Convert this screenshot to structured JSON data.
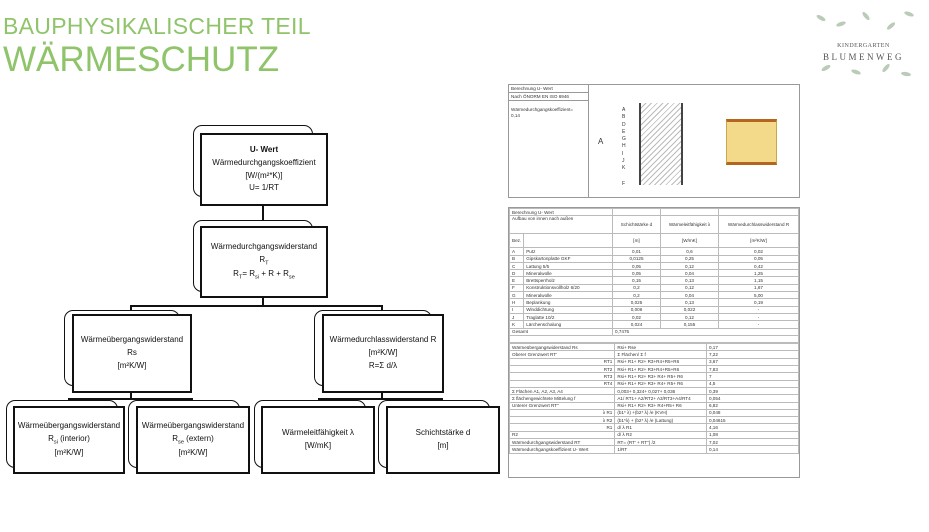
{
  "title": {
    "line1": "BAUPHYSIKALISCHER TEIL",
    "line2": "WÄRMESCHUTZ"
  },
  "logo": {
    "line1": "KINDERGARTEN",
    "line2": "BLUMENWEG"
  },
  "colors": {
    "title": "#8fc46a"
  },
  "diagram": {
    "u": {
      "title": "U- Wert",
      "name": "Wärmedurchgangskoeffizient",
      "unit": "[W/(m²*K)]",
      "formula": "U= 1/RT"
    },
    "rt": {
      "name": "Wärmedurchgangswiderstand",
      "symbol": "RT",
      "formula": "RT= Rsi + R + Rse"
    },
    "rs": {
      "name": "Wärmeübergangswiderstand",
      "symbol": "Rs",
      "unit": "[m²K/W]"
    },
    "r": {
      "name": "Wärmedurchlasswiderstand R",
      "unit": "[m²K/W]",
      "formula": "R=Σ d/λ"
    },
    "rsi": {
      "name": "Wärmeübergangswiderstand",
      "symbol": "Rsi (interior)",
      "unit": "[m²K/W]"
    },
    "rse": {
      "name": "Wärmeübergangswiderstand",
      "symbol": "Rse (extern)",
      "unit": "[m²K/W]"
    },
    "lambda": {
      "name": "Wärmeleitfähigkeit λ",
      "unit": "[W/mK]"
    },
    "d": {
      "name": "Schichtstärke d",
      "unit": "[m]"
    }
  },
  "doc_top": {
    "title": "Berechnung U- Wert",
    "norm": "Nach ÖNORM EN ISO 6946",
    "u_label": "Wärmedurchgangskoeffizient=",
    "u_value": "0,14",
    "section_label": "A",
    "layer_letters": [
      "A",
      "B",
      "D",
      "E",
      "G",
      "H",
      "I",
      "J",
      "K",
      "F"
    ]
  },
  "table": {
    "title": "Berechnung U- Wert",
    "subtitle": "Aufbau von innen nach außen",
    "headers": [
      "Schichtstärke d",
      "Wärmeleitfähigkeit λ",
      "Wärmedurchlasswiderstand R"
    ],
    "bez": "Bez.",
    "units": [
      "[m]",
      "[W/mK]",
      "[m²K/W]"
    ],
    "rows": [
      [
        "A",
        "Putz",
        "0,01",
        "0,6",
        "0,02"
      ],
      [
        "B",
        "Gipskartonplatte GKF",
        "0,0125",
        "0,25",
        "0,05"
      ],
      [
        "C",
        "Lattung 5/5",
        "0,05",
        "0,12",
        "0,42"
      ],
      [
        "D",
        "Mineralwolle",
        "0,05",
        "0,04",
        "1,25"
      ],
      [
        "E",
        "Brettsperrholz",
        "0,15",
        "0,13",
        "1,15"
      ],
      [
        "F",
        "Konstruktionsvollholz 6/20",
        "0,2",
        "0,12",
        "1,67"
      ],
      [
        "G",
        "Mineralwolle",
        "0,2",
        "0,04",
        "5,00"
      ],
      [
        "H",
        "Beplankung",
        "0,025",
        "0,13",
        "0,19"
      ],
      [
        "I",
        "Winddichtung",
        "0,006",
        "0,022",
        "-"
      ],
      [
        "J",
        "Traglatte 10/2",
        "0,02",
        "0,12",
        "-"
      ],
      [
        "K",
        "Lärchenschalung",
        "0,024",
        "0,155",
        "-"
      ]
    ],
    "total_label": "Gesamt",
    "total": "0,7475",
    "calc": [
      [
        "Wärmeübergangswiderstand Rs",
        "Rsi+ Rse",
        "0,17"
      ],
      [
        "Oberer Grenzwert RT'",
        "Σ Flächen/ Σ f",
        "7,22"
      ],
      [
        "RT1",
        "Rsi+ R1+ R2+ R3+R4+R5+R6",
        "3,67"
      ],
      [
        "RT2",
        "Rsi+ R1+ R2+ R3+R4+R5+R6",
        "7,83"
      ],
      [
        "RT3",
        "Rsi+ R1+ R2+ R3+ R4+ R5+ R6",
        "7"
      ],
      [
        "RT4",
        "Rsi+ R1+ R2+ R3+ R4+ R5+ R6",
        "4,5"
      ],
      [
        "Σ Flächen A1, A2, A3, A4",
        "0,003+ 0,324+ 0,027+ 0,036",
        "0,39"
      ],
      [
        "Σ flächengewichtete Mittelung f",
        "A1/ RT1+ A2/RT2+ A3/RT3+A4/RT4",
        "0,054"
      ],
      [
        "Unterer Grenzwert RT''",
        "Rsi+ R1+ R2+ R3+ R4+R5+ R6",
        "6,82"
      ],
      [
        "λ R1",
        "(b1* λ) +(b2* λ) /e (KVH)",
        "0,048"
      ],
      [
        "λ R2",
        "(b1*λ) + (b2* λ) /e (Lattung)",
        "0,04615"
      ],
      [
        "R1",
        "d/ λ R1",
        "4,16"
      ],
      [
        "R2",
        "d/ λ R2",
        "1,08"
      ],
      [
        "Wärmedurchgangswiderstand RT",
        "RT= (RT' + RT'') /2",
        "7,02"
      ],
      [
        "Wärmedurchgangskoeffizient U- Wert",
        "1/RT",
        "0,14"
      ]
    ]
  }
}
